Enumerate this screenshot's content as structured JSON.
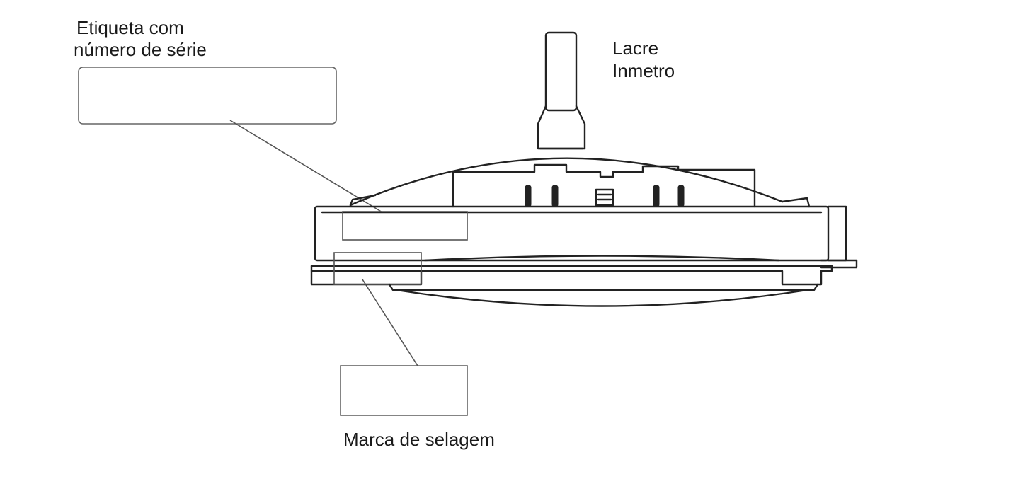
{
  "labels": {
    "serial_label_line1": "Etiqueta com",
    "serial_label_line2": "número de série",
    "seal_line1": "Lacre",
    "seal_line2": "Inmetro",
    "sealing_mark": "Marca de selagem"
  },
  "icons": [
    "scale-device-drawing",
    "inmetro-seal-tag"
  ],
  "colors": {
    "line": "#222222",
    "background": "#ffffff"
  }
}
